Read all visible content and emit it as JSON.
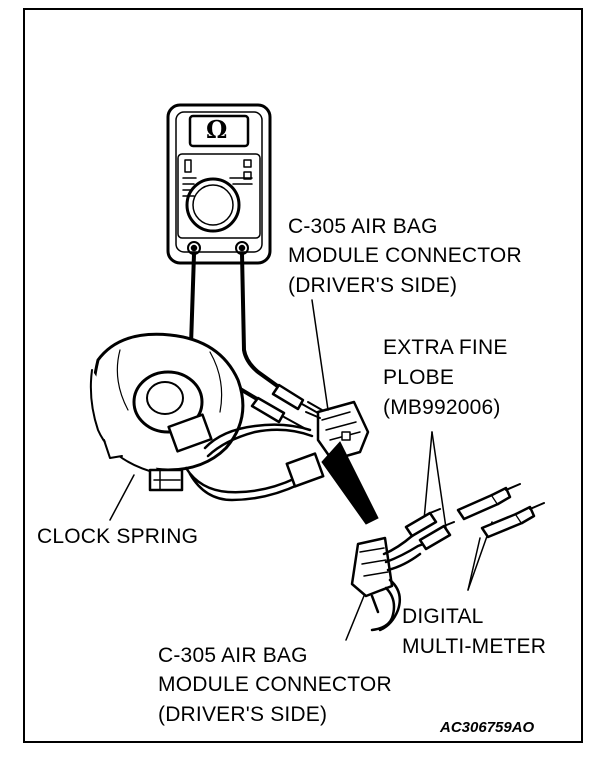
{
  "multimeter": {
    "display_symbol": "Ω"
  },
  "labels": {
    "connector_top": [
      "C-305 AIR BAG",
      "MODULE CONNECTOR",
      "(DRIVER'S SIDE)"
    ],
    "probe": [
      "EXTRA FINE",
      "PLOBE",
      "(MB992006)"
    ],
    "clock_spring": "CLOCK SPRING",
    "connector_bottom": [
      "C-305 AIR BAG",
      "MODULE CONNECTOR",
      "(DRIVER'S SIDE)"
    ],
    "digital_meter": [
      "DIGITAL",
      "MULTI-METER"
    ]
  },
  "figure_code": "AC306759AO"
}
